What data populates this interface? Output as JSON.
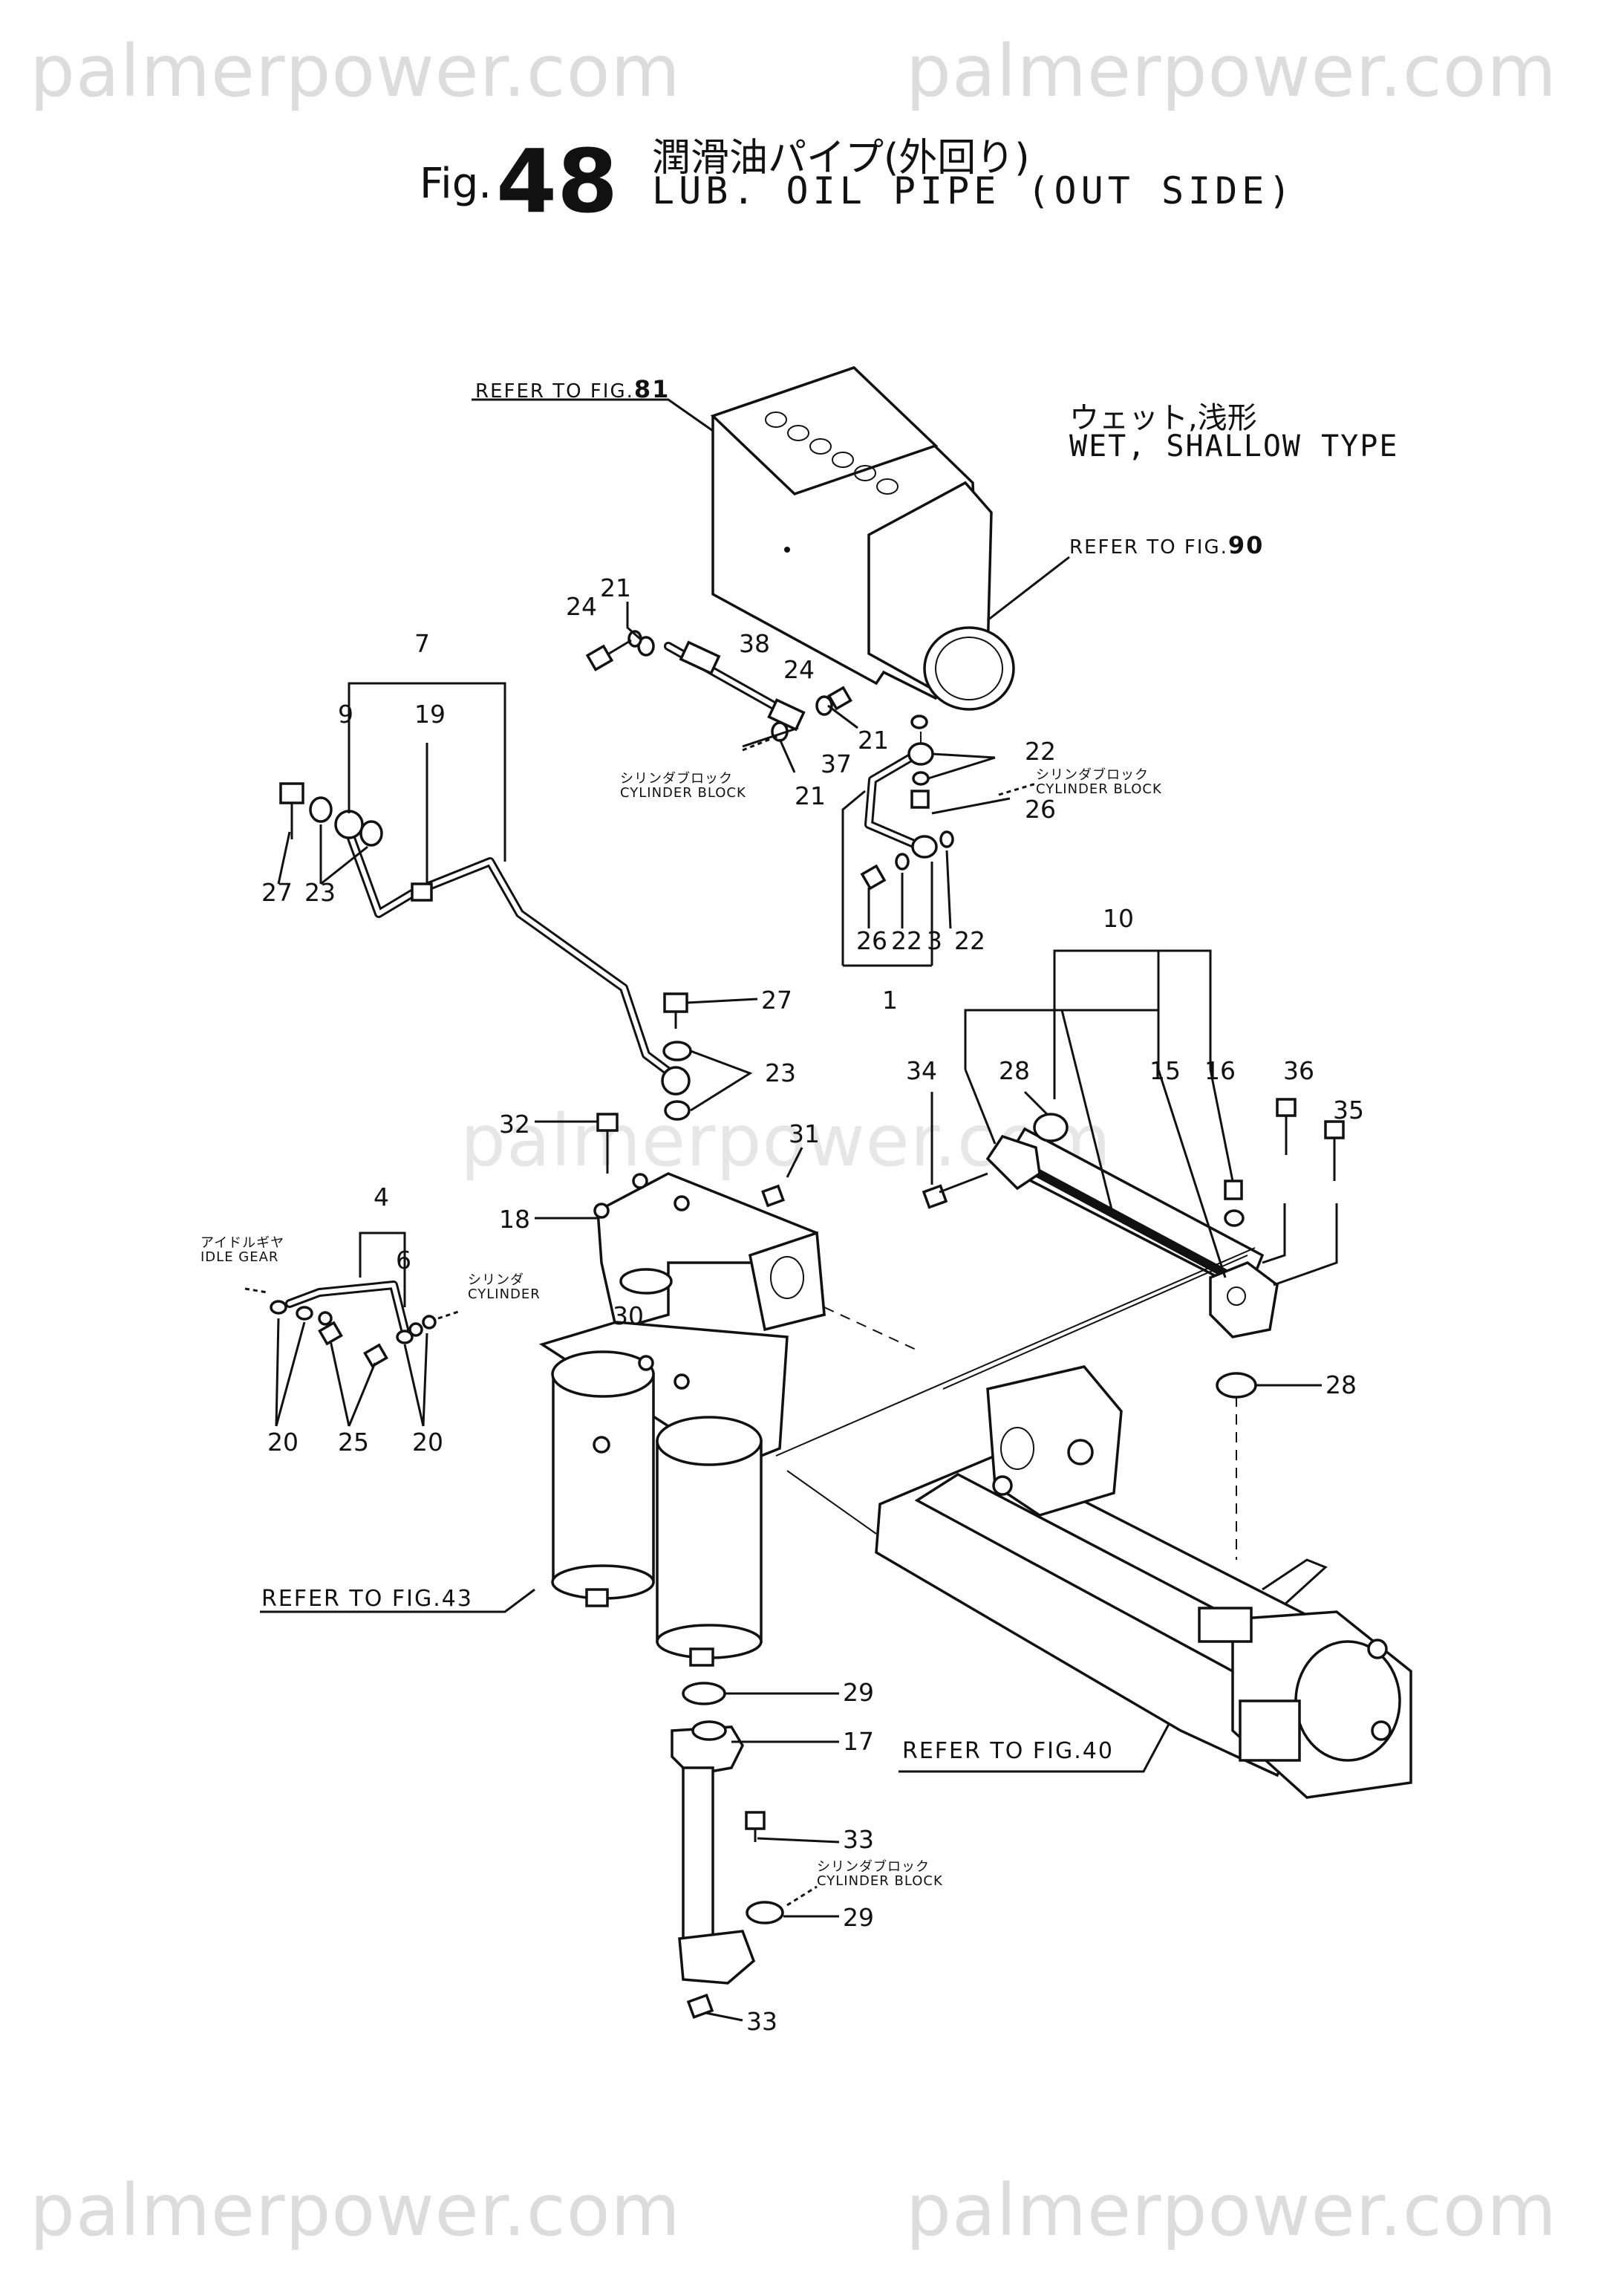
{
  "watermarks": [
    "palmerpower.com",
    "palmerpower.com",
    "palmerpower.com",
    "palmerpower.com",
    "palmerpower.com"
  ],
  "title": {
    "fig_prefix": "Fig.",
    "fig_number": "48",
    "jp": "潤滑油パイプ(外回り)",
    "en": "LUB. OIL PIPE (OUT SIDE)"
  },
  "type_note": {
    "jp": "ウェット,浅形",
    "en": "WET, SHALLOW TYPE"
  },
  "references": {
    "fig81": {
      "text": "REFER TO FIG.",
      "num": "81"
    },
    "fig90": {
      "text": "REFER TO FIG.",
      "num": "90"
    },
    "fig43": {
      "text": "REFER TO FIG.",
      "num": "43"
    },
    "fig40": {
      "text": "REFER TO FIG.",
      "num": "40"
    }
  },
  "mount_labels": {
    "cyl_block_1": {
      "jp": "シリンダブロック",
      "en": "CYLINDER BLOCK"
    },
    "cyl_block_2": {
      "jp": "シリンダブロック",
      "en": "CYLINDER BLOCK"
    },
    "cyl_block_3": {
      "jp": "シリンダブロック",
      "en": "CYLINDER BLOCK"
    },
    "idle_gear": {
      "jp": "アイドルギヤ",
      "en": "IDLE GEAR"
    },
    "cylinder": {
      "jp": "シリンダ",
      "en": "CYLINDER"
    }
  },
  "part_numbers": {
    "p7": "7",
    "p9": "9",
    "p19": "19",
    "p27a": "27",
    "p23a": "23",
    "p27b": "27",
    "p23b": "23",
    "p24a": "24",
    "p21a": "21",
    "p38": "38",
    "p24b": "24",
    "p21b": "21",
    "p37": "37",
    "p21c": "21",
    "p22a": "22",
    "p26a": "26",
    "p26b": "26",
    "p22b": "22",
    "p3": "3",
    "p22c": "22",
    "p1": "1",
    "p10": "10",
    "p34": "34",
    "p28a": "28",
    "p15": "15",
    "p16": "16",
    "p36": "36",
    "p35": "35",
    "p28b": "28",
    "p32": "32",
    "p31": "31",
    "p18": "18",
    "p30": "30",
    "p4": "4",
    "p6": "6",
    "p20a": "20",
    "p25": "25",
    "p20b": "20",
    "p29a": "29",
    "p17": "17",
    "p33a": "33",
    "p29b": "29",
    "p33b": "33"
  }
}
